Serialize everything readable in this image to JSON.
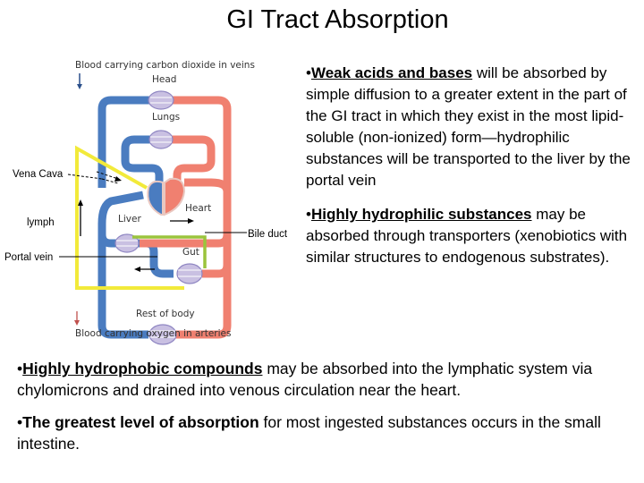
{
  "slide": {
    "title": "GI Tract Absorption"
  },
  "diagram": {
    "top_caption": "Blood carrying carbon dioxide in veins",
    "bottom_caption": "Blood carrying oxygen in arteries",
    "organs": {
      "head": "Head",
      "lungs": "Lungs",
      "heart": "Heart",
      "liver": "Liver",
      "gut": "Gut",
      "rest_of_body": "Rest of body"
    },
    "annotations": {
      "vena_cava": "Vena Cava",
      "lymph": "lymph",
      "portal_vein": "Portal vein",
      "bile_duct": "Bile duct"
    },
    "colors": {
      "vein": "#4a7cc0",
      "artery": "#f08070",
      "capillary": "#b8b0d8",
      "lymph_path": "#f2ea3a",
      "bile_path": "#9ac43c"
    }
  },
  "bullets": [
    {
      "bullet": "•",
      "highlight": "Weak acids and bases",
      "underlined": true,
      "rest": " will be absorbed by simple diffusion to a greater extent in the part of the GI tract in which they exist in the most lipid-soluble (non-ionized) form—hydrophilic substances will be transported to the liver by the portal vein"
    },
    {
      "bullet": "•",
      "highlight": "Highly hydrophilic substances",
      "underlined": true,
      "rest": " may be absorbed through transporters (xenobiotics with similar structures to endogenous substrates)."
    },
    {
      "bullet": "•",
      "highlight": "Highly hydrophobic compounds",
      "underlined": true,
      "rest": " may be absorbed into the lymphatic system via chylomicrons and drained into venous circulation near the heart."
    },
    {
      "bullet": "•",
      "highlight": "The greatest level of absorption",
      "underlined": false,
      "rest": " for most ingested substances occurs in the small intestine."
    }
  ]
}
